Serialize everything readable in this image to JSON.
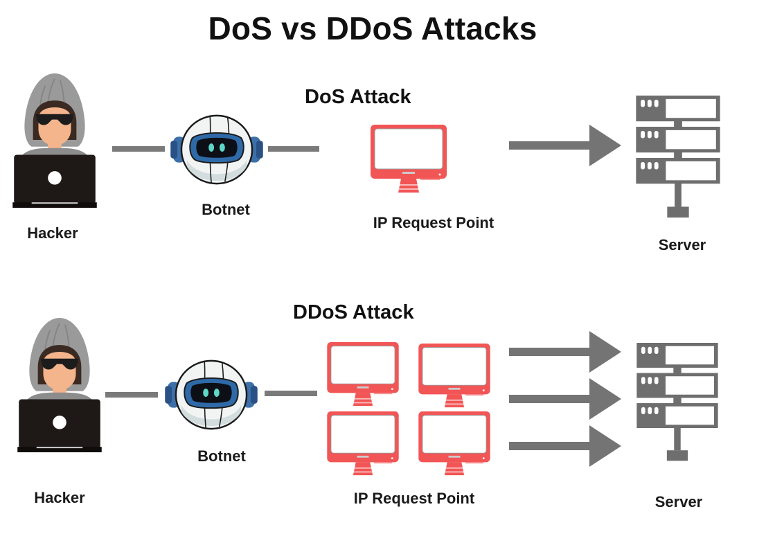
{
  "title": "DoS vs DDoS Attacks",
  "colors": {
    "connector": "#7a7a7a",
    "monitor": "#f25555",
    "server": "#6e6e6e",
    "text": "#111111"
  },
  "dos": {
    "heading": "DoS Attack",
    "hacker_label": "Hacker",
    "botnet_label": "Botnet",
    "request_label": "IP Request Point",
    "server_label": "Server",
    "monitor_count": 1,
    "arrow_count": 1
  },
  "ddos": {
    "heading": "DDoS Attack",
    "hacker_label": "Hacker",
    "botnet_label": "Botnet",
    "request_label": "IP Request Point",
    "server_label": "Server",
    "monitor_count": 4,
    "arrow_count": 3
  },
  "icons": {
    "hacker": "hooded-hacker-with-laptop",
    "botnet": "robot-head",
    "request_point": "desktop-monitor",
    "server": "server-rack",
    "arrow": "right-arrow"
  }
}
